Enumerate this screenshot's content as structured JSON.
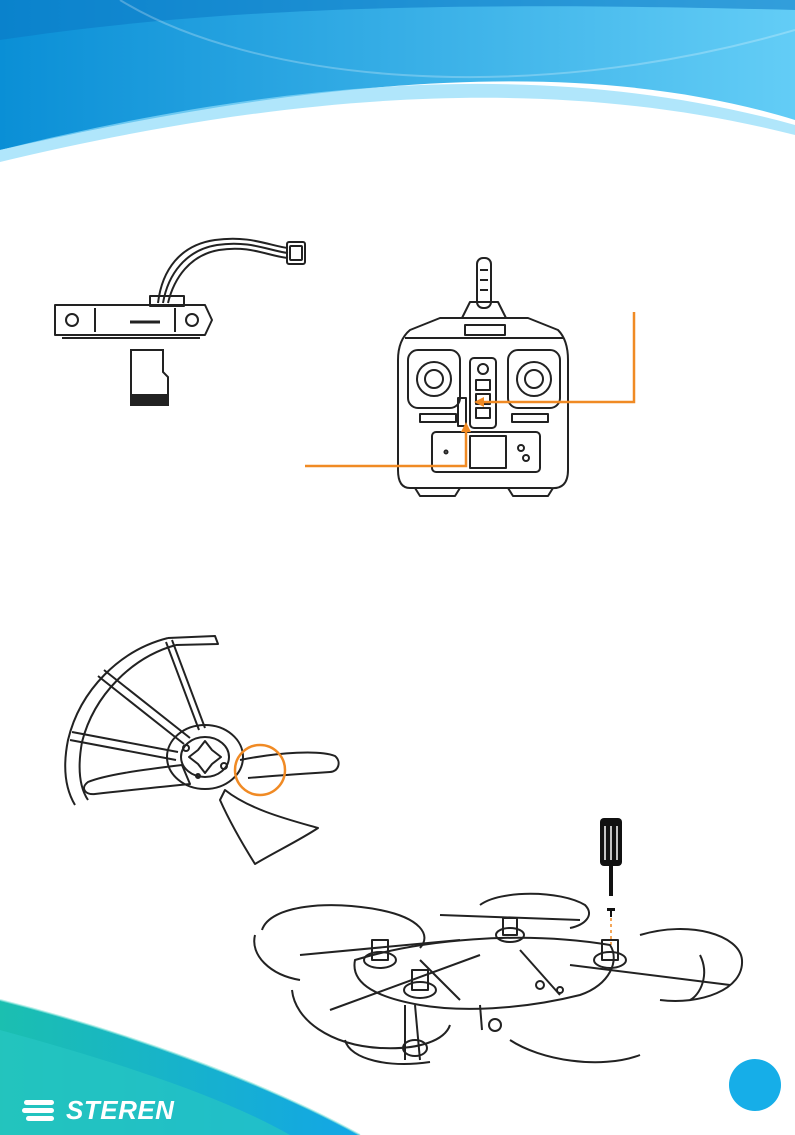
{
  "brand": {
    "name": "STEREN",
    "logo_icon": "steren-stripes-icon"
  },
  "page": {
    "number": ""
  },
  "colors": {
    "banner_dark": "#0a9fe0",
    "banner_light": "#6ad0f7",
    "footer_teal": "#1bbfb0",
    "footer_blue": "#13a6e6",
    "callout_orange": "#f08a24",
    "page_circle": "#16aee8",
    "line_art": "#222222"
  },
  "illustrations": [
    {
      "name": "camera-module-illustration",
      "icon": "camera-module-icon"
    },
    {
      "name": "microsd-card-illustration",
      "icon": "microsd-card-icon"
    },
    {
      "name": "remote-control-illustration",
      "icon": "remote-control-icon"
    },
    {
      "name": "propeller-guard-illustration",
      "icon": "propeller-guard-icon"
    },
    {
      "name": "screwdriver-illustration",
      "icon": "screwdriver-icon"
    },
    {
      "name": "drone-illustration",
      "icon": "drone-icon"
    }
  ]
}
